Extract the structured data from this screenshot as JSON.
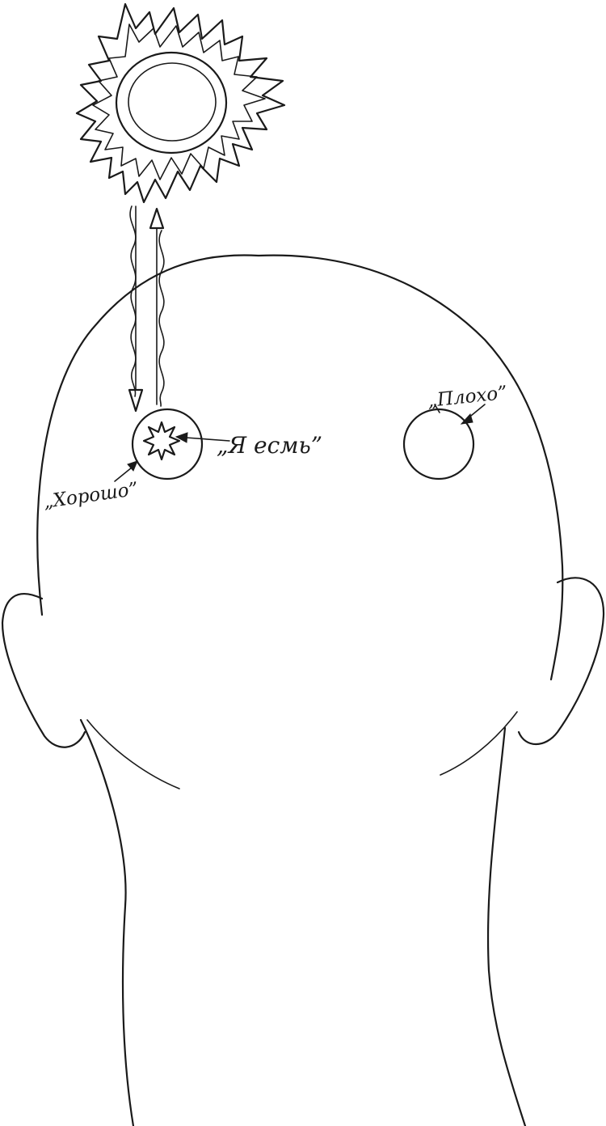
{
  "labels": {
    "i_am": "„Я есмь”",
    "good": "„Хорошо”",
    "bad": "„Плохо”"
  },
  "colors": {
    "ink": "#1a1a1a",
    "paper": "#ffffff"
  }
}
